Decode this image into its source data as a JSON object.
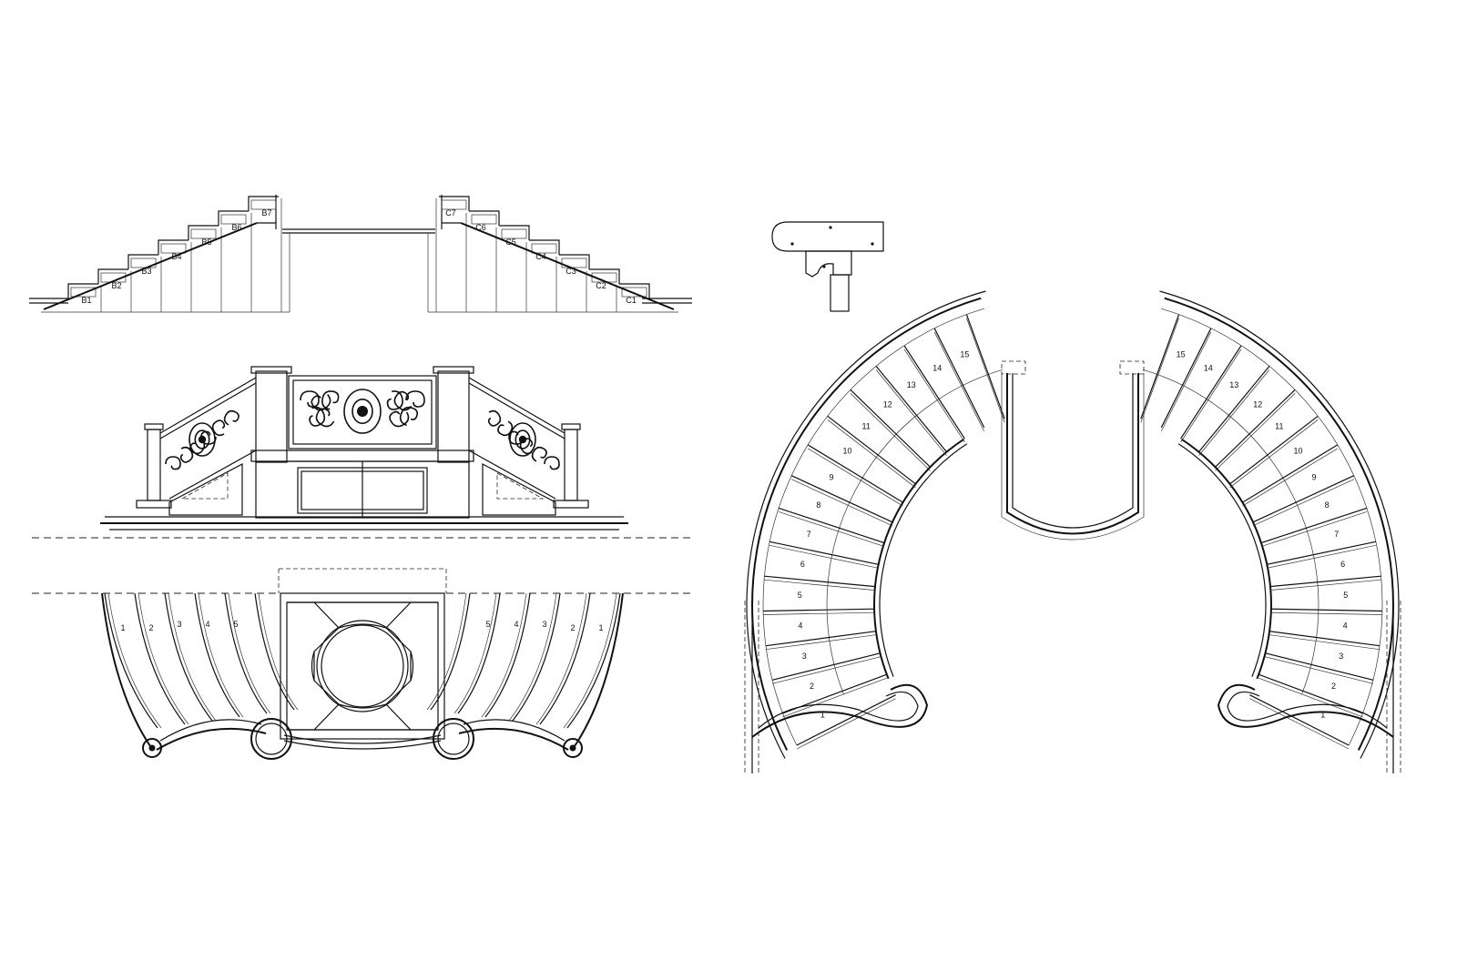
{
  "drawing": {
    "stair_section": {
      "left_labels": [
        "B1",
        "B2",
        "B3",
        "B4",
        "B5",
        "B6",
        "B7"
      ],
      "right_labels": [
        "C7",
        "C6",
        "C5",
        "C4",
        "C3",
        "C2",
        "C1"
      ]
    },
    "small_plan": {
      "left_step_numbers": [
        "1",
        "2",
        "3",
        "4",
        "5"
      ],
      "right_step_numbers": [
        "5",
        "4",
        "3",
        "2",
        "1"
      ]
    },
    "curved_plan": {
      "left_numbers": [
        "1",
        "2",
        "3",
        "4",
        "5",
        "6",
        "7",
        "8",
        "9",
        "10",
        "11",
        "12",
        "13",
        "14",
        "15"
      ],
      "right_numbers": [
        "1",
        "2",
        "3",
        "4",
        "5",
        "6",
        "7",
        "8",
        "9",
        "10",
        "11",
        "12",
        "13",
        "14",
        "15"
      ]
    }
  }
}
